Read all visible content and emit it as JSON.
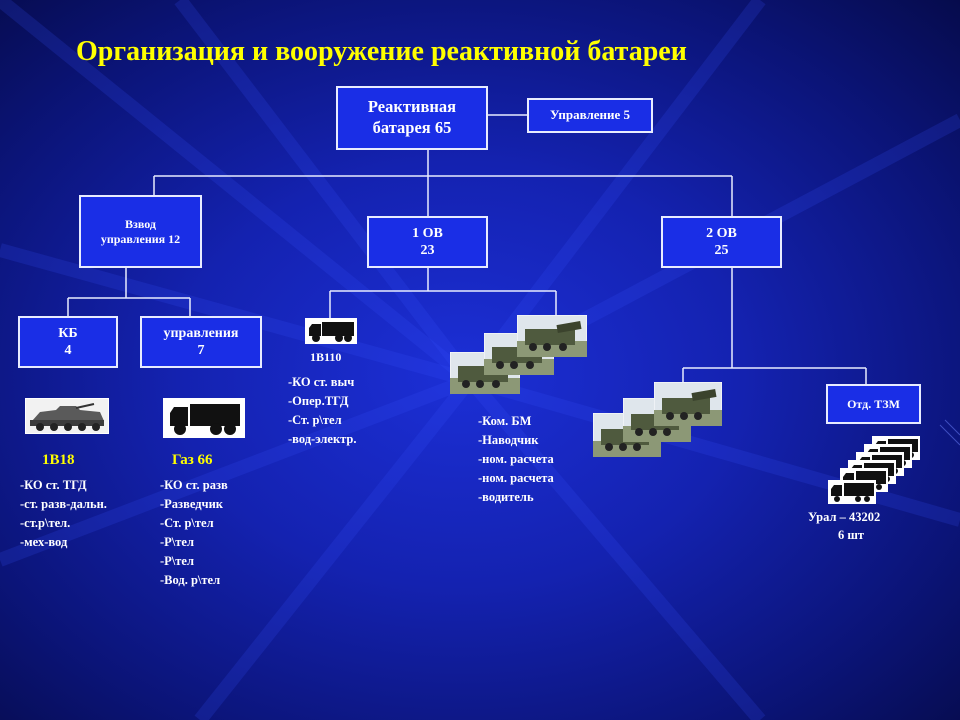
{
  "title": "Организация и вооружение  реактивной батареи",
  "colors": {
    "background": "#1422b0",
    "box": "#1a2ee6",
    "title": "#ffff00",
    "text": "#ffffff",
    "lines": "#e8ecff"
  },
  "nodes": {
    "battery": {
      "line1": "Реактивная",
      "line2": "батарея 65"
    },
    "control": {
      "label": "Управление 5"
    },
    "platoon": {
      "line1": "Взвод",
      "line2": "управления 12"
    },
    "ov1": {
      "line1": "1 ОВ",
      "line2": "23"
    },
    "ov2": {
      "line1": "2 ОВ",
      "line2": "25"
    },
    "kb": {
      "line1": "КБ",
      "line2": "4"
    },
    "upr": {
      "line1": "управления",
      "line2": "7"
    },
    "tzm": {
      "label": "Отд. ТЗМ"
    }
  },
  "vehicles": {
    "v1b18": {
      "name": "1В18",
      "icon": "apc-icon",
      "crew": [
        "-КО ст. ТГД",
        "-ст. разв-дальн.",
        "-ст.р\\тел.",
        "-мех-вод"
      ]
    },
    "gaz66": {
      "name": "Газ 66",
      "icon": "truck-icon",
      "crew": [
        "-КО ст. разв",
        "-Разведчик",
        "-Ст. р\\тел",
        "-Р\\тел",
        "-Р\\тел",
        "-Вод. р\\тел"
      ]
    },
    "v1b110": {
      "name": "1В110",
      "icon": "truck-icon",
      "crew": [
        "-КО ст. выч",
        "-Опер.ТГД",
        "-Ст. р\\тел",
        "-вод-электр."
      ]
    },
    "bm": {
      "icon": "rocket-launcher-photo",
      "crew": [
        "-Ком. БМ",
        "-Наводчик",
        "-ном. расчета",
        "-ном. расчета",
        "-водитель"
      ]
    },
    "ural": {
      "name": "Урал – 43202",
      "count": "6 шт",
      "icon": "truck-icon"
    }
  }
}
